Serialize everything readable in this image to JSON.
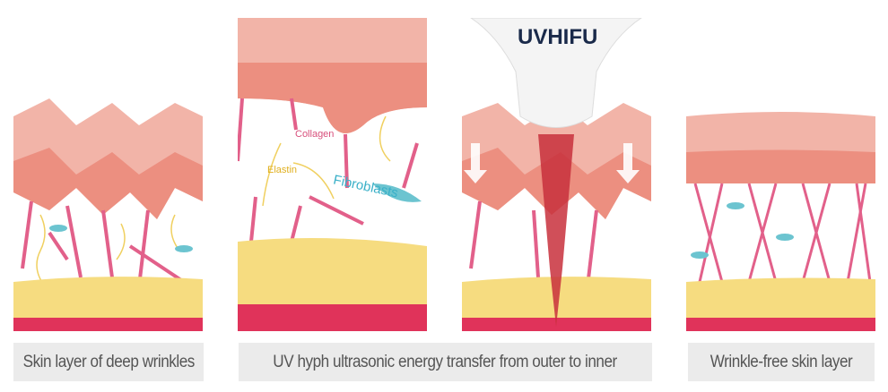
{
  "panels": [
    {
      "caption": "Skin layer of deep wrinkles"
    },
    {
      "caption": "UV hyph ultrasonic energy transfer from outer to inner",
      "labels": {
        "collagen": "Collagen",
        "elastin": "Elastin",
        "fibroblasts": "Fibroblasts"
      }
    },
    {
      "device_logo": "UVHIFU"
    },
    {
      "caption": "Wrinkle-free skin layer"
    }
  ],
  "colors": {
    "epidermis": "#f2b4a8",
    "dermis_edge": "#e8685a",
    "collagen": "#e2608a",
    "elastin": "#f0d060",
    "fibroblast": "#6cc4d0",
    "fat": "#f6dc80",
    "muscle": "#e0335a",
    "caption_bg": "#ebebeb"
  }
}
